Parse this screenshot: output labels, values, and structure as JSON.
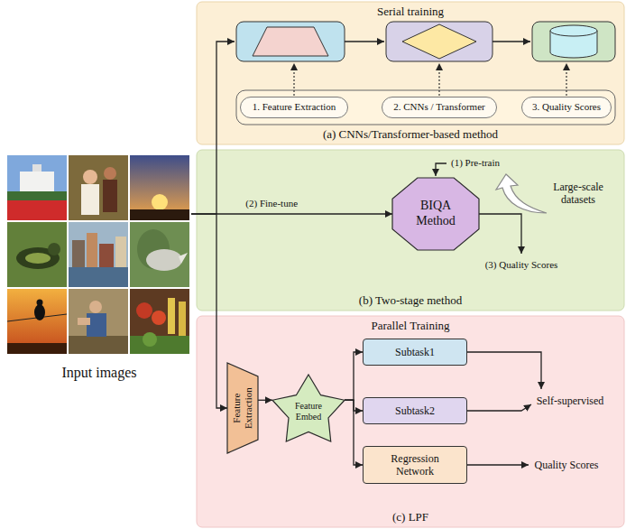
{
  "diagram": {
    "nodes": [
      {
        "text": [
          "Input images"
        ]
      },
      {
        "text": [
          "Serial training",
          "(a) CNNs/Transformer-based method"
        ]
      },
      {
        "text": [
          "1. Feature Extraction"
        ],
        "in": 1
      },
      {
        "text": [
          "2. CNNs / Transformer"
        ],
        "in": 1
      },
      {
        "text": [
          "3. Quality Scores"
        ],
        "in": 1
      },
      {
        "text": [
          "(b) Two-stage method"
        ]
      },
      {
        "text": [
          "BIQA Method"
        ],
        "in": 5
      },
      {
        "text": [
          "Parallel Training",
          "(c) LPF"
        ]
      },
      {
        "text": [
          "Feature Extraction"
        ],
        "in": 7
      },
      {
        "text": [
          "Feature Embed"
        ],
        "in": 7
      },
      {
        "text": [
          "Subtask1"
        ],
        "in": 7
      },
      {
        "text": [
          "Subtask2"
        ],
        "in": 7
      },
      {
        "text": [
          "Regression Network"
        ],
        "in": 7
      }
    ],
    "edges": [
      {
        "from": 0,
        "to": 6,
        "arrow": "to",
        "label": "(2) Fine-tune"
      },
      {
        "from": 0,
        "to": 8,
        "arrow": "to"
      },
      {
        "from": 8,
        "to": 9,
        "arrow": "to"
      },
      {
        "from": 9,
        "to": 10,
        "arrow": "to"
      },
      {
        "from": 9,
        "to": 11,
        "arrow": "to"
      },
      {
        "from": 9,
        "to": 12,
        "arrow": "to"
      }
    ],
    "labels": [
      "(1) Pre-train",
      "Large-scale datasets",
      "(3) Quality Scores",
      "Self-supervised",
      "Quality Scores"
    ]
  }
}
